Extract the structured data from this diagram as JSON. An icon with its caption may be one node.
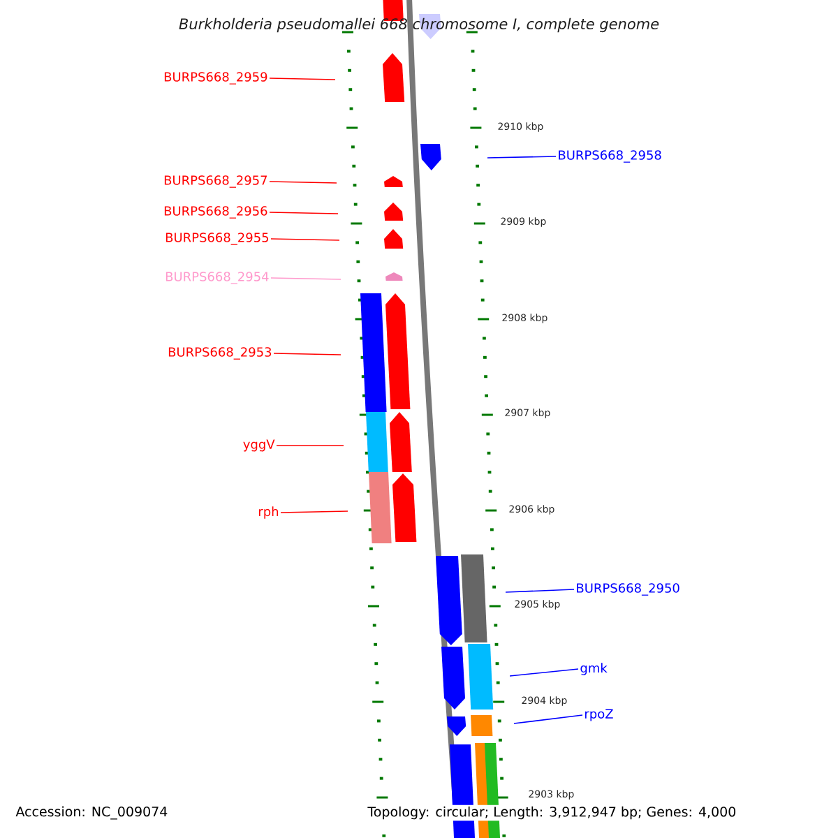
{
  "diagram": {
    "title": "Burkholderia pseudomallei 668 chromosome I, complete genome",
    "nodes": [
      {
        "text": [
          "BURPS668_2959"
        ]
      },
      {
        "text": [
          "BURPS668_2958"
        ]
      },
      {
        "text": [
          "BURPS668_2957"
        ]
      },
      {
        "text": [
          "BURPS668_2956"
        ]
      },
      {
        "text": [
          "BURPS668_2955"
        ]
      },
      {
        "text": [
          "BURPS668_2954"
        ]
      },
      {
        "text": [
          "BURPS668_2953"
        ]
      },
      {
        "text": [
          "yggV"
        ]
      },
      {
        "text": [
          "rph"
        ]
      },
      {
        "text": [
          "BURPS668_2950"
        ]
      },
      {
        "text": [
          "gmk"
        ]
      },
      {
        "text": [
          "rpoZ"
        ]
      }
    ],
    "edges": [
      {
        "from": 0,
        "to": null,
        "arrow": "none"
      },
      {
        "from": 1,
        "to": null,
        "arrow": "none",
        "color": "#0000ff"
      },
      {
        "from": 2,
        "to": null,
        "arrow": "none"
      },
      {
        "from": 3,
        "to": null,
        "arrow": "none"
      },
      {
        "from": 4,
        "to": null,
        "arrow": "none"
      },
      {
        "from": 5,
        "to": null,
        "arrow": "none",
        "color": "#ff99cc"
      },
      {
        "from": 6,
        "to": null,
        "arrow": "none"
      },
      {
        "from": 7,
        "to": null,
        "arrow": "none"
      },
      {
        "from": 8,
        "to": null,
        "arrow": "none"
      },
      {
        "from": 9,
        "to": null,
        "arrow": "none",
        "color": "#0000ff"
      },
      {
        "from": 10,
        "to": null,
        "arrow": "none",
        "color": "#0000ff"
      },
      {
        "from": 11,
        "to": null,
        "arrow": "none",
        "color": "#0000ff"
      }
    ],
    "labels": [
      "2910 kbp",
      "2909 kbp",
      "2908 kbp",
      "2907 kbp",
      "2906 kbp",
      "2905 kbp",
      "2904 kbp",
      "2903 kbp",
      "Accession: NC_009074",
      "Topology: circular; Length: 3,912,947 bp; Genes: 4,000"
    ]
  }
}
